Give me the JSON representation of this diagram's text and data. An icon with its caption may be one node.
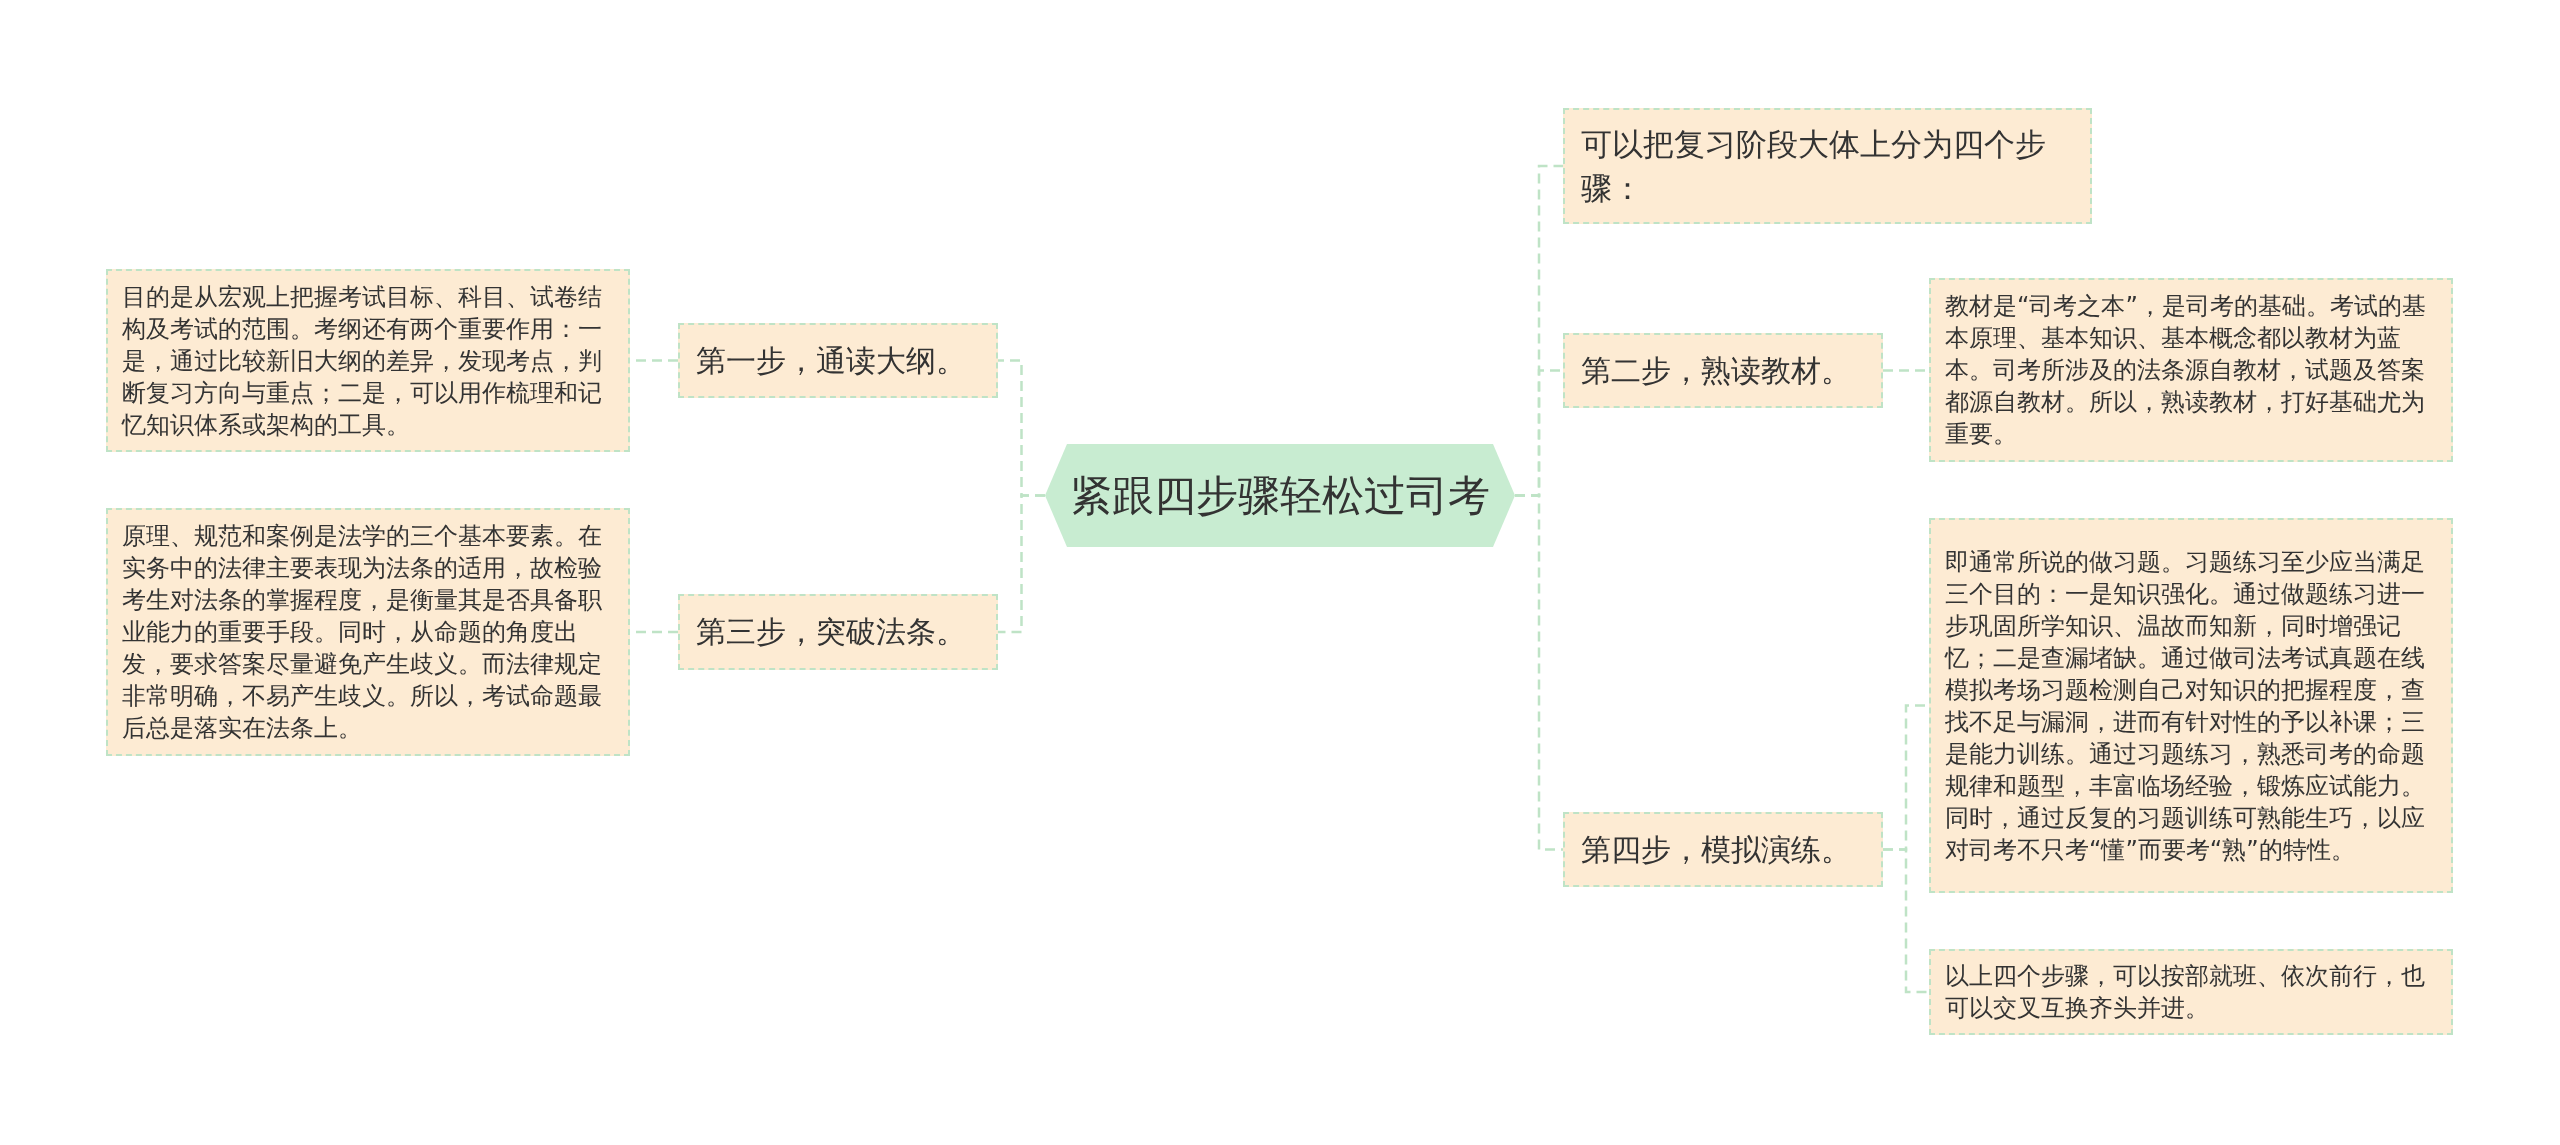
{
  "diagram": {
    "nodes": [
      {
        "text": [
          "紧跟四步骤轻松过司考"
        ]
      },
      {
        "text": [
          "第一步，通读大纲。"
        ]
      },
      {
        "text": [
          "目的是从宏观上把握考试目标、科目、试卷结构及考试的范围。考纲还有两个重要作用：一是，通过比较新旧大纲的差异，发现考点，判断复习方向与重点；二是，可以用作梳理和记忆知识体系或架构的工具。"
        ]
      },
      {
        "text": [
          "第三步，突破法条。"
        ]
      },
      {
        "text": [
          "原理、规范和案例是法学的三个基本要素。在实务中的法律主要表现为法条的适用，故检验考生对法条的掌握程度，是衡量其是否具备职业能力的重要手段。同时，从命题的角度出发，要求答案尽量避免产生歧义。而法律规定非常明确，不易产生歧义。所以，考试命题最后总是落实在法条上。"
        ]
      },
      {
        "text": [
          "可以把复习阶段大体上分为四个步骤："
        ]
      },
      {
        "text": [
          "第二步，熟读教材。"
        ]
      },
      {
        "text": [
          "教材是“司考之本”，是司考的基础。考试的基本原理、基本知识、基本概念都以教材为蓝本。司考所涉及的法条源自教材，试题及答案都源自教材。所以，熟读教材，打好基础尤为重要。"
        ]
      },
      {
        "text": [
          "第四步，模拟演练。"
        ]
      },
      {
        "text": [
          "即通常所说的做习题。习题练习至少应当满足三个目的：一是知识强化。通过做题练习进一步巩固所学知识、温故而知新，同时增强记忆；二是查漏堵缺。通过做司法考试真题在线模拟考场习题检测自己对知识的把握程度，查找不足与漏洞，进而有针对性的予以补课；三是能力训练。通过习题练习，熟悉司考的命题规律和题型，丰富临场经验，锻炼应试能力。同时，通过反复的习题训练可熟能生巧，以应对司考不只考“懂”而要考“熟”的特性。"
        ]
      },
      {
        "text": [
          "以上四个步骤，可以按部就班、依次前行，也可以交叉互换齐头并进。"
        ]
      }
    ],
    "edges": [
      {
        "from": 0,
        "to": 1,
        "arrow": "none"
      },
      {
        "from": 0,
        "to": 3,
        "arrow": "none"
      },
      {
        "from": 0,
        "to": 5,
        "arrow": "none"
      },
      {
        "from": 0,
        "to": 6,
        "arrow": "none"
      },
      {
        "from": 0,
        "to": 8,
        "arrow": "none"
      },
      {
        "from": 1,
        "to": 2,
        "arrow": "none"
      },
      {
        "from": 3,
        "to": 4,
        "arrow": "none"
      },
      {
        "from": 6,
        "to": 7,
        "arrow": "none"
      },
      {
        "from": 8,
        "to": 9,
        "arrow": "none"
      },
      {
        "from": 8,
        "to": 10,
        "arrow": "none"
      }
    ]
  }
}
